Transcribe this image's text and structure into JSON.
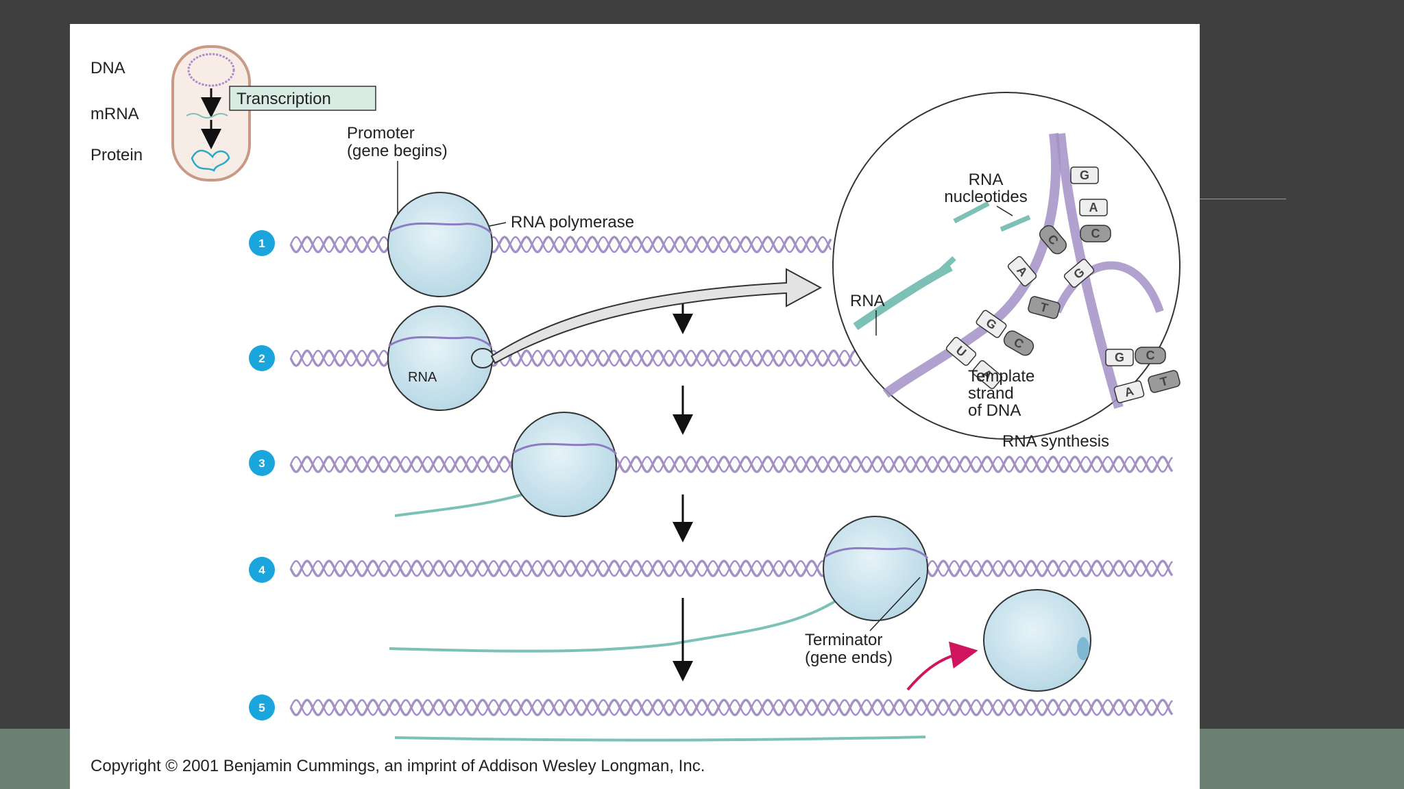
{
  "inset": {
    "dna_label": "DNA",
    "mrna_label": "mRNA",
    "protein_label": "Protein",
    "transcription_label": "Transcription"
  },
  "labels": {
    "promoter_line1": "Promoter",
    "promoter_line2": "(gene begins)",
    "rna_polymerase": "RNA polymerase",
    "rna_small": "RNA",
    "terminator_line1": "Terminator",
    "terminator_line2": "(gene ends)"
  },
  "zoom": {
    "rna_nucleotides_line1": "RNA",
    "rna_nucleotides_line2": "nucleotides",
    "rna_label": "RNA",
    "template_line1": "Template",
    "template_line2": "strand",
    "template_line3": "of DNA",
    "caption": "RNA synthesis",
    "bases": [
      "G",
      "A",
      "C",
      "C",
      "G",
      "A",
      "T",
      "G",
      "C",
      "U",
      "A",
      "G",
      "C",
      "A",
      "T"
    ]
  },
  "steps": [
    "1",
    "2",
    "3",
    "4",
    "5"
  ],
  "copyright": "Copyright © 2001 Benjamin Cummings, an imprint of Addison Wesley Longman, Inc.",
  "colors": {
    "dna": "#a290c6",
    "rna": "#7cc0b6",
    "polymerase_fill": "#cfe6ef",
    "step_badge": "#1aa6dd",
    "arrow_accent": "#d0155f",
    "transcription_box": "#d9ece4"
  }
}
